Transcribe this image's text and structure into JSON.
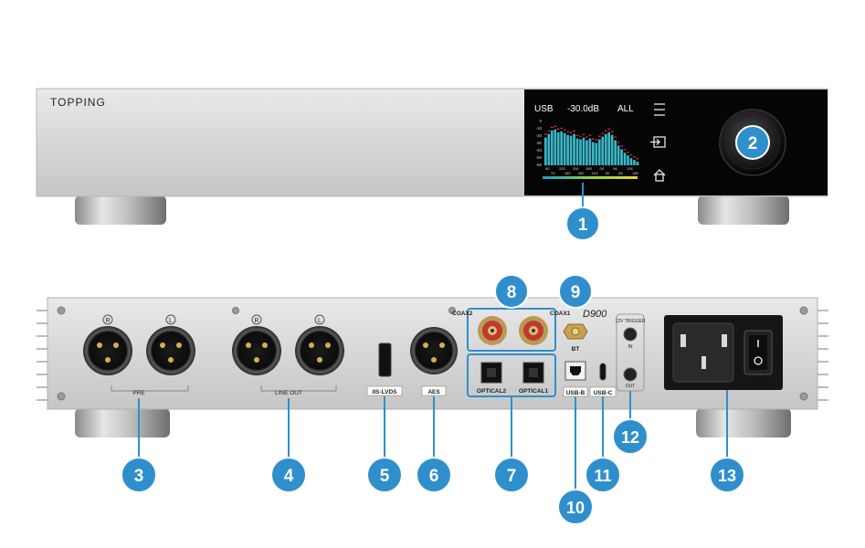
{
  "front": {
    "brand": "TOPPING",
    "screen": {
      "source": "USB",
      "volume": "-30.0dB",
      "mode": "ALL",
      "scale": [
        "0",
        "-10",
        "-20",
        "-30",
        "-40",
        "-50",
        "-60"
      ],
      "freq_top": [
        "50",
        "125",
        "315",
        "800",
        "2K",
        "5K",
        "12K"
      ],
      "freq_bottom": [
        "74",
        "180",
        "450",
        "1K2",
        "3K",
        "8K",
        "18K"
      ],
      "spectrum_levels": [
        0.62,
        0.7,
        0.78,
        0.8,
        0.74,
        0.76,
        0.72,
        0.68,
        0.66,
        0.7,
        0.6,
        0.58,
        0.62,
        0.56,
        0.6,
        0.52,
        0.5,
        0.58,
        0.64,
        0.7,
        0.74,
        0.68,
        0.56,
        0.44,
        0.36,
        0.28,
        0.22,
        0.16,
        0.12,
        0.08
      ]
    },
    "icons": [
      "menu-icon",
      "input-icon",
      "home-icon"
    ]
  },
  "rear": {
    "model": "D900",
    "labels": {
      "pre": "PRE",
      "line_out": "LINE OUT",
      "r": "R",
      "l": "L",
      "iis": "IIS-LVDS",
      "aes": "AES",
      "coax2": "COAX2",
      "coax1": "COAX1",
      "optical2": "OPTICAL2",
      "optical1": "OPTICAL1",
      "bt": "BT",
      "usbb": "USB-B",
      "usbc": "USB-C",
      "trigger": "12V TRIGGER",
      "trigger_in": "IN",
      "trigger_out": "OUT"
    }
  },
  "callouts": [
    "1",
    "2",
    "3",
    "4",
    "5",
    "6",
    "7",
    "8",
    "9",
    "10",
    "11",
    "12",
    "13"
  ],
  "colors": {
    "callout": "#2f8fcd",
    "callout_outline": "#ffffff",
    "chassis": "#d9d9d9",
    "screen_bg": "#000000",
    "spectrum": "#3bb6c8",
    "peak": "#e0353a",
    "gold": "#c8a24a",
    "rca_red": "#c0392b"
  }
}
